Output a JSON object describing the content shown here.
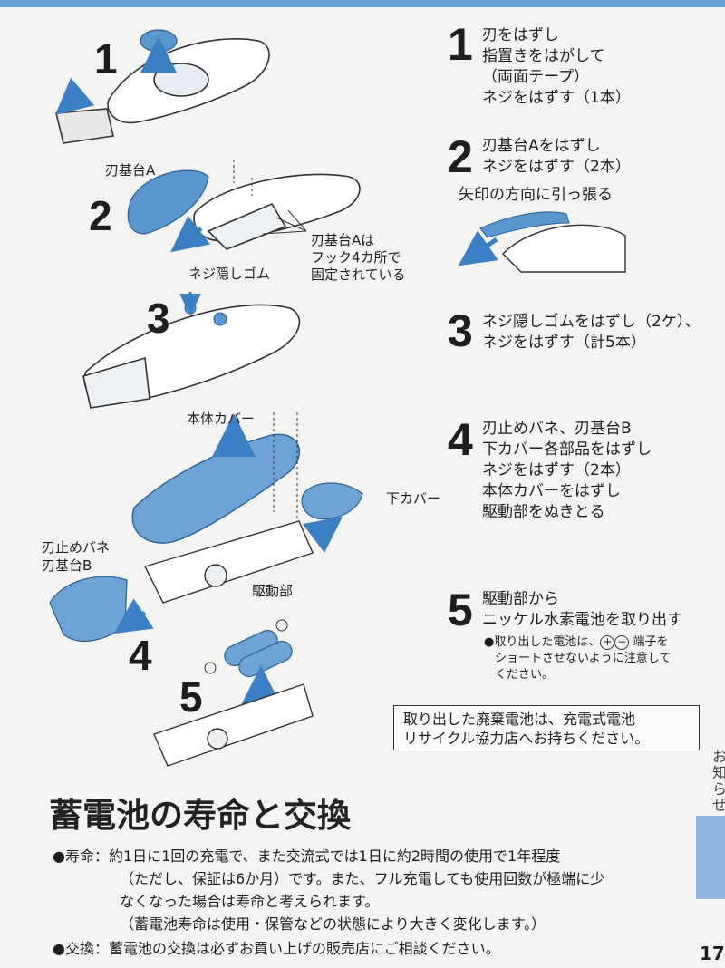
{
  "figure": {
    "numbers": [
      "1",
      "2",
      "3",
      "4",
      "5"
    ],
    "labels": {
      "blade_base_a": "刃基台A",
      "hook_note": [
        "刃基台Aは",
        "フック4カ所で",
        "固定されている"
      ],
      "screw_cover_rubber": "ネジ隠しゴム",
      "body_cover": "本体カバー",
      "lower_cover": "下カバー",
      "blade_stop_spring": [
        "刃止めバネ",
        "刃基台B"
      ],
      "drive_unit": "駆動部"
    }
  },
  "steps": [
    {
      "num": "1",
      "lines": [
        "刃をはずし",
        "指置きをはがして",
        "（両面テープ）",
        "ネジをはずす（1本）"
      ]
    },
    {
      "num": "2",
      "lines": [
        "刃基台Aをはずし",
        "ネジをはずす（2本）"
      ],
      "sub": "矢印の方向に引っ張る"
    },
    {
      "num": "3",
      "lines": [
        "ネジ隠しゴムをはずし（2ケ）、",
        "ネジをはずす（計5本）"
      ]
    },
    {
      "num": "4",
      "lines": [
        "刃止めバネ、刃基台B",
        "下カバー各部品をはずし",
        "ネジをはずす（2本）",
        "本体カバーをはずし",
        "駆動部をぬきとる"
      ]
    },
    {
      "num": "5",
      "lines": [
        "駆動部から",
        "ニッケル水素電池を取り出す"
      ]
    }
  ],
  "note": {
    "bullet": "●",
    "line1_a": "取り出した電池は、",
    "line1_b": "端子を",
    "line2": "ショートさせないように注意して",
    "line3": "ください。"
  },
  "box": {
    "line1": "取り出した廃棄電池は、充電式電池",
    "line2": "リサイクル協力店へお持ちください。"
  },
  "section": {
    "title": "蓄電池の寿命と交換",
    "life": {
      "lines": [
        "●寿命：約1日に1回の充電で、また交流式では1日に約2時間の使用で1年程度",
        "（ただし、保証は6か月）です。また、フル充電しても使用回数が極端に少",
        "なくなった場合は寿命と考えられます。",
        "（蓄電池寿命は使用・保管などの状態により大きく変化します。）"
      ]
    },
    "replace": "●交換：蓄電池の交換は必ずお買い上げの販売店にご相談ください。"
  },
  "side": {
    "text": "お知らせ",
    "page": "17"
  },
  "colors": {
    "accent_blue": "#5b97cf",
    "tab_blue": "#8fb7de",
    "text": "#1e1e1e"
  }
}
